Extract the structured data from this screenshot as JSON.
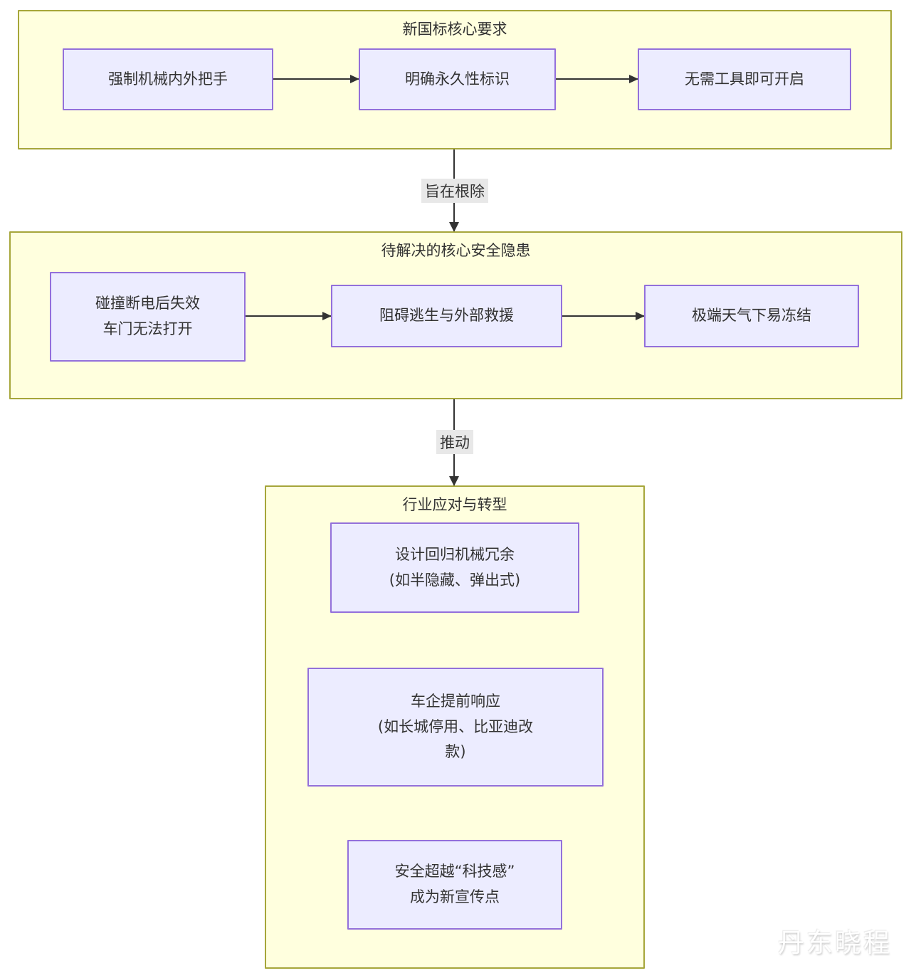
{
  "colors": {
    "section_fill": "#ffffde",
    "section_border": "#a6a63a",
    "node_fill": "#ececff",
    "node_border": "#9370db",
    "text": "#333333",
    "edge_label_bg": "#e8e8e8",
    "arrow": "#333333",
    "watermark_text": "#ffffff"
  },
  "sections": [
    {
      "title": "新国标核心要求",
      "nodes": [
        {
          "lines": [
            "强制机械内外把手"
          ]
        },
        {
          "lines": [
            "明确永久性标识"
          ]
        },
        {
          "lines": [
            "无需工具即可开启"
          ]
        }
      ]
    },
    {
      "title": "待解决的核心安全隐患",
      "nodes": [
        {
          "lines": [
            "碰撞断电后失效",
            "车门无法打开"
          ]
        },
        {
          "lines": [
            "阻碍逃生与外部救援"
          ]
        },
        {
          "lines": [
            "极端天气下易冻结"
          ]
        }
      ]
    },
    {
      "title": "行业应对与转型",
      "nodes": [
        {
          "lines": [
            "设计回归机械冗余",
            "(如半隐藏、弹出式)"
          ]
        },
        {
          "lines": [
            "车企提前响应",
            "(如长城停用、比亚迪改",
            "款)"
          ]
        },
        {
          "lines": [
            "安全超越“科技感”",
            "成为新宣传点"
          ]
        }
      ]
    }
  ],
  "edge_labels": [
    {
      "label": "旨在根除"
    },
    {
      "label": "推动"
    }
  ],
  "watermark": "丹东晓程"
}
